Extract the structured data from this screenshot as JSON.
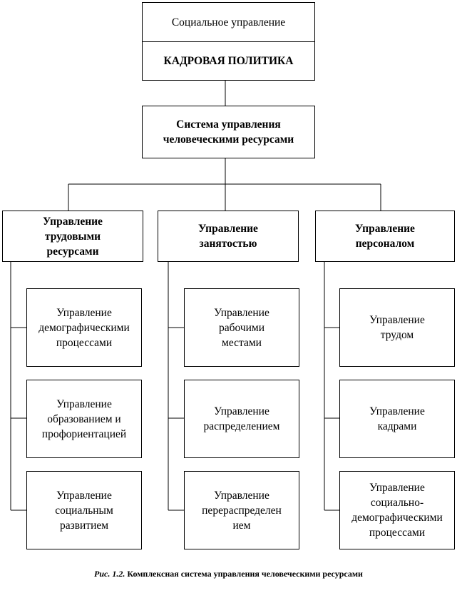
{
  "top": {
    "line1": "Социальное управление",
    "line2": "КАДРОВАЯ ПОЛИТИКА"
  },
  "system": "Система управления\nчеловеческими ресурсами",
  "columns": [
    {
      "title": "Управление\nтрудовыми\nресурсами",
      "items": [
        "Управление\nдемографическими\nпроцессами",
        "Управление\nобразованием и\nпрофориентацией",
        "Управление\nсоциальным\nразвитием"
      ]
    },
    {
      "title": "Управление\nзанятостью",
      "items": [
        "Управление\nрабочими\nместами",
        "Управление\nраспределением",
        "Управление\nперераспределен\nием"
      ]
    },
    {
      "title": "Управление\nперсоналом",
      "items": [
        "Управление\nтрудом",
        "Управление\nкадрами",
        "Управление\nсоциально-\nдемографическими\nпроцессами"
      ]
    }
  ],
  "caption": {
    "prefix": "Рис. 1.2.",
    "text": "Комплексная система управления человеческими ресурсами"
  }
}
